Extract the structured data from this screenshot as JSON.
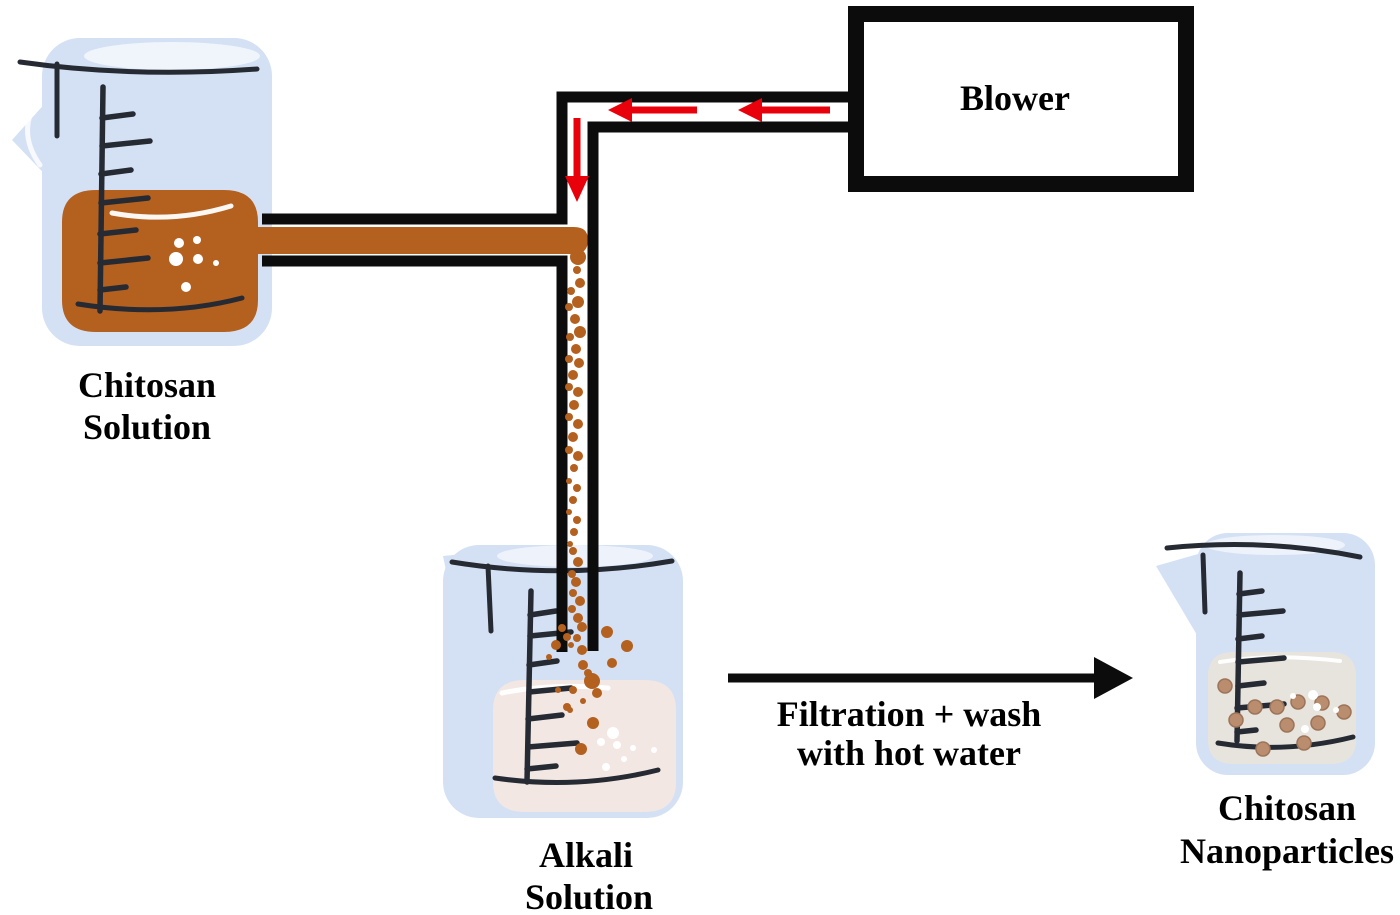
{
  "figure": {
    "type": "process-flow-diagram",
    "description": "Preparation of chitosan nanoparticles: chitosan solution is blown dropwise through a tube into an alkali solution, then filtered and washed with hot water"
  },
  "palette": {
    "background": "#ffffff",
    "beaker_glass": "#d4e1f4",
    "ink": "#262a33",
    "chitosan_liquid": "#b4601f",
    "alkali_liquid": "#f2e7e3",
    "nano_liquid": "#e7e4de",
    "nanoparticle": "#b98d6e",
    "nanoparticle_edge": "#9c7459",
    "pipe_black": "#0c0c0c",
    "arrow_red": "#e8000b",
    "label_color": "#000000"
  },
  "blower": {
    "label": "Blower"
  },
  "beakers": {
    "chitosan": {
      "label_line1": "Chitosan",
      "label_line2": "Solution"
    },
    "alkali": {
      "label_line1": "Alkali",
      "label_line2": "Solution"
    },
    "nanoparticles": {
      "label_line1": "Chitosan",
      "label_line2": "Nanoparticles"
    }
  },
  "process_arrow": {
    "label_line1": "Filtration + wash",
    "label_line2": "with hot water"
  },
  "droplets": {
    "tube": [
      [
        578,
        257,
        8
      ],
      [
        577,
        270,
        4
      ],
      [
        580,
        283,
        5
      ],
      [
        571,
        291,
        4
      ],
      [
        578,
        302,
        6
      ],
      [
        569,
        307,
        4
      ],
      [
        575,
        319,
        5
      ],
      [
        580,
        332,
        6
      ],
      [
        570,
        337,
        4
      ],
      [
        576,
        349,
        5
      ],
      [
        569,
        359,
        4
      ],
      [
        579,
        363,
        5
      ],
      [
        573,
        375,
        5
      ],
      [
        569,
        387,
        4
      ],
      [
        578,
        392,
        5
      ],
      [
        574,
        405,
        5
      ],
      [
        569,
        417,
        4
      ],
      [
        578,
        424,
        5
      ],
      [
        573,
        437,
        5
      ],
      [
        569,
        450,
        4
      ],
      [
        578,
        456,
        5
      ],
      [
        574,
        468,
        4
      ],
      [
        569,
        481,
        3
      ],
      [
        577,
        488,
        4
      ],
      [
        573,
        500,
        4
      ],
      [
        569,
        512,
        3
      ],
      [
        577,
        520,
        4
      ],
      [
        574,
        532,
        4
      ],
      [
        570,
        544,
        3
      ],
      [
        573,
        551,
        4
      ],
      [
        578,
        562,
        5
      ],
      [
        572,
        574,
        4
      ],
      [
        576,
        582,
        5
      ],
      [
        573,
        593,
        4
      ],
      [
        580,
        601,
        5
      ],
      [
        572,
        609,
        4
      ],
      [
        578,
        618,
        5
      ],
      [
        582,
        627,
        5
      ],
      [
        577,
        638,
        4
      ],
      [
        571,
        645,
        3
      ],
      [
        582,
        650,
        5
      ]
    ],
    "splash": [
      [
        562,
        628,
        4
      ],
      [
        567,
        637,
        4
      ],
      [
        556,
        645,
        5
      ],
      [
        549,
        657,
        3
      ],
      [
        607,
        632,
        6
      ],
      [
        627,
        646,
        6
      ],
      [
        612,
        663,
        5
      ],
      [
        583,
        665,
        5
      ],
      [
        588,
        673,
        4
      ],
      [
        592,
        681,
        8
      ],
      [
        573,
        690,
        4
      ],
      [
        597,
        693,
        5
      ],
      [
        583,
        701,
        3
      ],
      [
        567,
        707,
        4
      ],
      [
        558,
        690,
        3
      ],
      [
        570,
        710,
        3
      ],
      [
        593,
        723,
        6
      ],
      [
        581,
        749,
        6
      ]
    ]
  },
  "bubbles": {
    "chitosan": [
      [
        179,
        243,
        5
      ],
      [
        197,
        240,
        4
      ],
      [
        176,
        259,
        7
      ],
      [
        198,
        259,
        5
      ],
      [
        216,
        263,
        3
      ],
      [
        186,
        287,
        5
      ]
    ],
    "alkali": [
      [
        613,
        733,
        6
      ],
      [
        601,
        742,
        4
      ],
      [
        617,
        745,
        4
      ],
      [
        633,
        748,
        3
      ],
      [
        606,
        767,
        4
      ],
      [
        654,
        750,
        3
      ],
      [
        624,
        759,
        3
      ]
    ]
  },
  "particles": [
    [
      1225,
      686,
      7
    ],
    [
      1255,
      707,
      7
    ],
    [
      1277,
      707,
      7
    ],
    [
      1236,
      720,
      7
    ],
    [
      1298,
      702,
      7
    ],
    [
      1322,
      703,
      7
    ],
    [
      1344,
      712,
      7
    ],
    [
      1287,
      725,
      7
    ],
    [
      1318,
      723,
      7
    ],
    [
      1304,
      743,
      7
    ],
    [
      1263,
      749,
      7
    ]
  ],
  "sparkles": [
    [
      1313,
      695,
      5
    ],
    [
      1317,
      707,
      4
    ],
    [
      1305,
      729,
      4
    ],
    [
      1293,
      696,
      3
    ],
    [
      1336,
      710,
      3
    ]
  ]
}
